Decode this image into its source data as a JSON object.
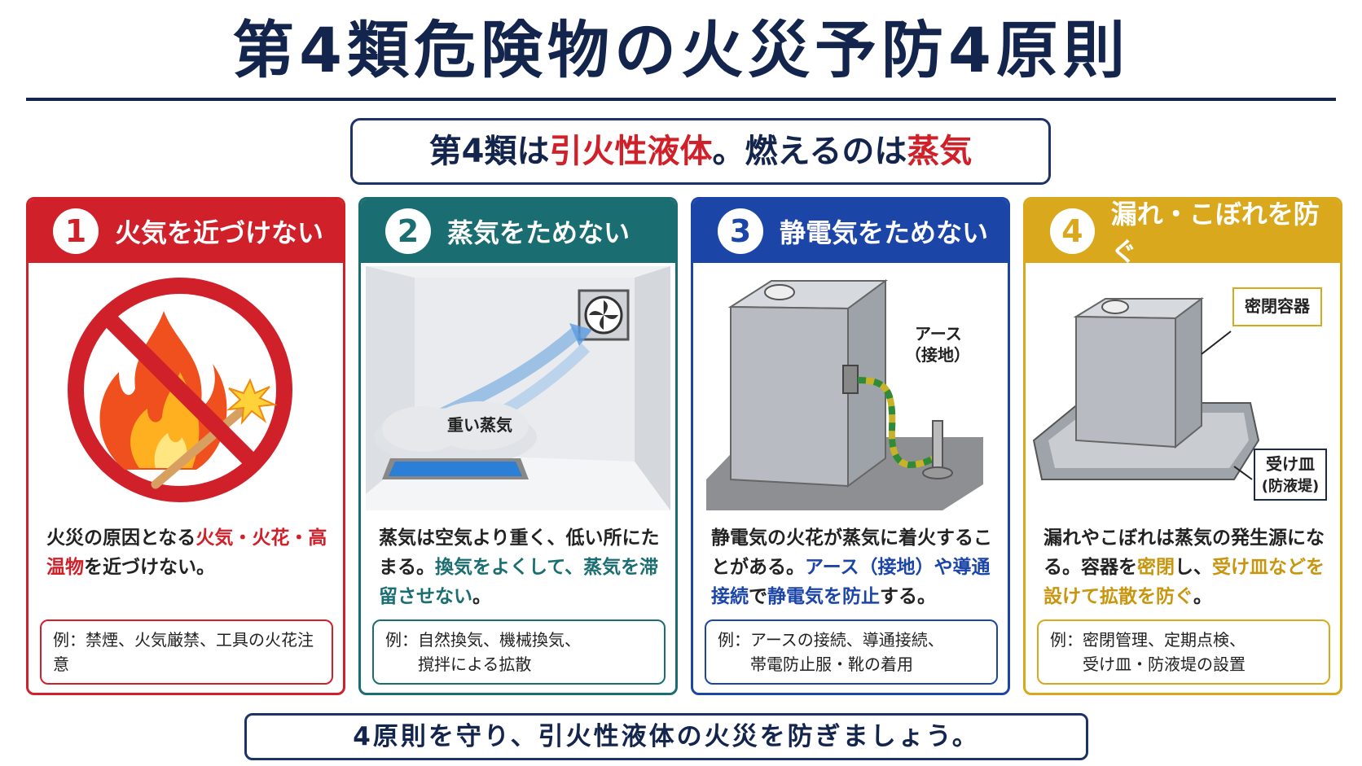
{
  "title": "第4類危険物の火災予防4原則",
  "subtitle": {
    "pre": "第4類は",
    "hl1": "引火性液体",
    "mid": "。燃えるのは",
    "hl2": "蒸気"
  },
  "colors": {
    "navy": "#13254d",
    "red": "#d0202a",
    "teal": "#1a6e72",
    "blue": "#1c45a8",
    "gold": "#d9a81c"
  },
  "cards": [
    {
      "number": "1",
      "heading": "火気を近づけない",
      "icon": "no-fire-sign-icon",
      "text": [
        {
          "t": "火災の原因となる",
          "hl": false
        },
        {
          "t": "火気・火花・高温物",
          "hl": true
        },
        {
          "t": "を近づけない。",
          "hl": false
        }
      ],
      "example": "例：禁煙、火気厳禁、工具の火花注意"
    },
    {
      "number": "2",
      "heading": "蒸気をためない",
      "icon": "ventilation-fan-icon",
      "illust_label": "重い蒸気",
      "text": [
        {
          "t": "蒸気は空気より重く、低い所にたまる。",
          "hl": false
        },
        {
          "t": "換気をよくして、蒸気を滞留させない",
          "hl": true
        },
        {
          "t": "。",
          "hl": false
        }
      ],
      "example": "例：自然換気、機械換気、\n　　撹拌による拡散"
    },
    {
      "number": "3",
      "heading": "静電気をためない",
      "icon": "grounded-can-icon",
      "illust_label_1": "アース",
      "illust_label_2": "（接地）",
      "text": [
        {
          "t": "静電気の火花が蒸気に着火することがある。",
          "hl": false
        },
        {
          "t": "アース（接地）や導通接続",
          "hl": true
        },
        {
          "t": "で",
          "hl": false
        },
        {
          "t": "静電気を防止",
          "hl": true
        },
        {
          "t": "する。",
          "hl": false
        }
      ],
      "example": "例：アースの接続、導通接続、\n　　帯電防止服・靴の着用"
    },
    {
      "number": "4",
      "heading": "漏れ・こぼれを防ぐ",
      "icon": "sealed-can-tray-icon",
      "callout_1": "密閉容器",
      "callout_2_line1": "受け皿",
      "callout_2_line2": "(防液堤)",
      "text": [
        {
          "t": "漏れやこぼれは蒸気の発生源になる。容器を",
          "hl": false
        },
        {
          "t": "密閉",
          "hl": true
        },
        {
          "t": "し、",
          "hl": false
        },
        {
          "t": "受け皿などを設けて拡散を防ぐ",
          "hl": true
        },
        {
          "t": "。",
          "hl": false
        }
      ],
      "example": "例：密閉管理、定期点検、\n　　受け皿・防液堤の設置"
    }
  ],
  "footer": "4原則を守り、引火性液体の火災を防ぎましょう。"
}
